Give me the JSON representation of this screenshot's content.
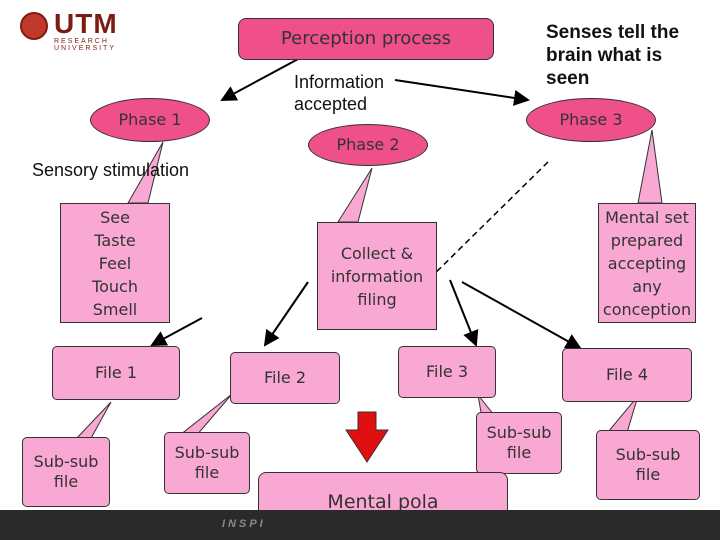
{
  "header": {
    "logo_text": "UTM",
    "logo_subtext": "RESEARCH UNIVERSITY",
    "logo_icon": "utm-crest-icon"
  },
  "diagram": {
    "title": "Perception process",
    "senses_note": "Senses tell the brain what is seen",
    "information_note": "Information accepted",
    "phases": {
      "phase1": "Phase 1",
      "phase2": "Phase 2",
      "phase3": "Phase 3"
    },
    "sensory_label": "Sensory stimulation",
    "senses_list": "See\nTaste\nFeel\nTouch\nSmell",
    "collect_callout": "Collect &\ninformation\nfiling",
    "mental_set_callout": "Mental set\nprepared\naccepting\nany\nconception",
    "files": {
      "file1": "File 1",
      "file2": "File 2",
      "file3": "File 3",
      "file4": "File 4"
    },
    "subfiles": {
      "sub1": "Sub-sub\nfile",
      "sub2": "Sub-sub\nfile",
      "sub3": "Sub-sub\nfile",
      "sub4": "Sub-sub\nfile"
    },
    "result": "Mental pola",
    "arrow_icon": "red-down-arrow-icon",
    "colors": {
      "light_pink": "#f9a8d4",
      "hot_pink": "#f0508a",
      "arrow_red": "#e01010"
    }
  },
  "footer": {
    "partial_text": "INSPI"
  }
}
